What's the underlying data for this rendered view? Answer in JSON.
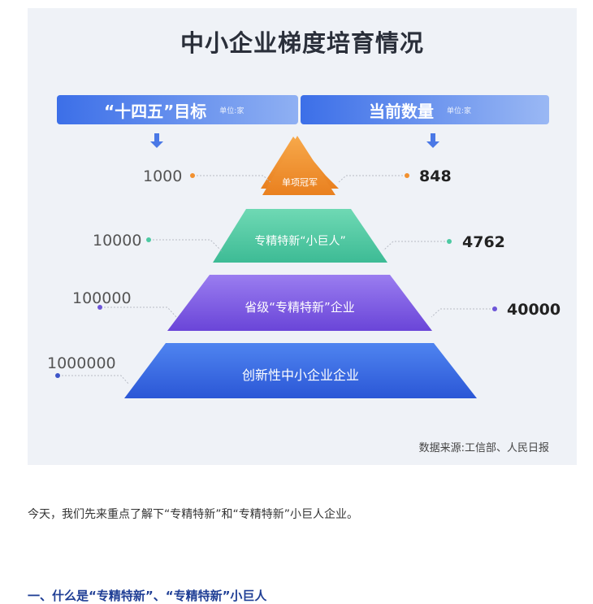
{
  "infographic": {
    "title": "中小企业梯度培育情况",
    "left_header": {
      "label": "“十四五”目标",
      "unit": "单位:家"
    },
    "right_header": {
      "label": "当前数量",
      "unit": "单位:家"
    },
    "arrow_icon": "down-arrow-icon",
    "tiers": [
      {
        "name": "单项冠军",
        "target": "1000",
        "current": "848",
        "color": "#f2912f",
        "dot_color": "#f2912f"
      },
      {
        "name": "专精特新“小巨人”",
        "target": "10000",
        "current": "4762",
        "color": "#4cc9a2",
        "dot_color": "#4cc9a2"
      },
      {
        "name": "省级“专精特新”企业",
        "target": "100000",
        "current": "40000",
        "color": "#7a58e6",
        "dot_color": "#6d55d8"
      },
      {
        "name": "创新性中小企业企业",
        "target": "1000000",
        "current": "",
        "color": "#3569e5",
        "dot_color": "#3d55c8"
      }
    ],
    "source": "数据来源:工信部、人民日报"
  },
  "article": {
    "paragraph": "今天，我们先来重点了解下“专精特新”和“专精特新”小巨人企业。",
    "heading": "一、什么是“专精特新”、“专精特新”小巨人"
  }
}
